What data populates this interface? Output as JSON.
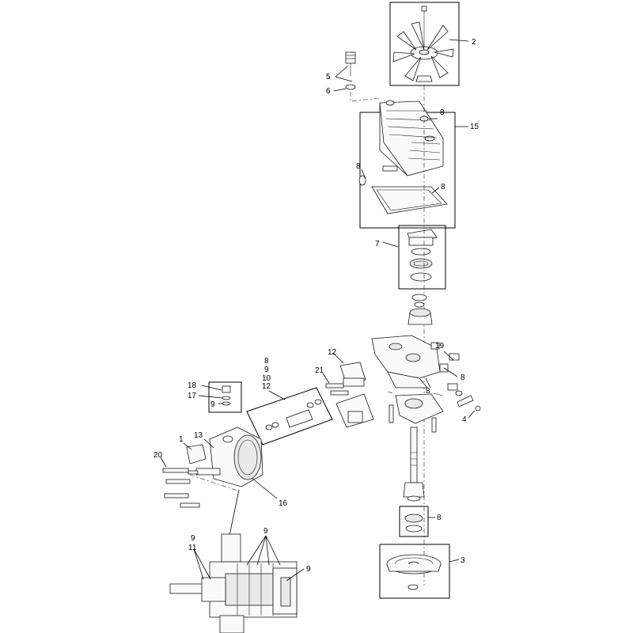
{
  "diagram": {
    "callouts": {
      "c2": "2",
      "c5": "5",
      "c6": "6",
      "c8_cap": "8",
      "c15": "15",
      "c8_left": "8",
      "c8_gasket": "8",
      "c7": "7",
      "c19": "19",
      "c12_top": "12",
      "c8_right": "8",
      "c21": "21",
      "c8_list": "8",
      "c9_list": "9",
      "c10_list": "10",
      "c12_list": "12",
      "c8_mid": "8",
      "c18": "18",
      "c17": "17",
      "c9_box": "9",
      "c4": "4",
      "c1": "1",
      "c13": "13",
      "c20": "20",
      "c16": "16",
      "c8_bearing": "8",
      "c9_sec_top": "9",
      "c9_sec_left": "9",
      "c11": "11",
      "c9_sec_right": "9",
      "c3": "3"
    }
  }
}
